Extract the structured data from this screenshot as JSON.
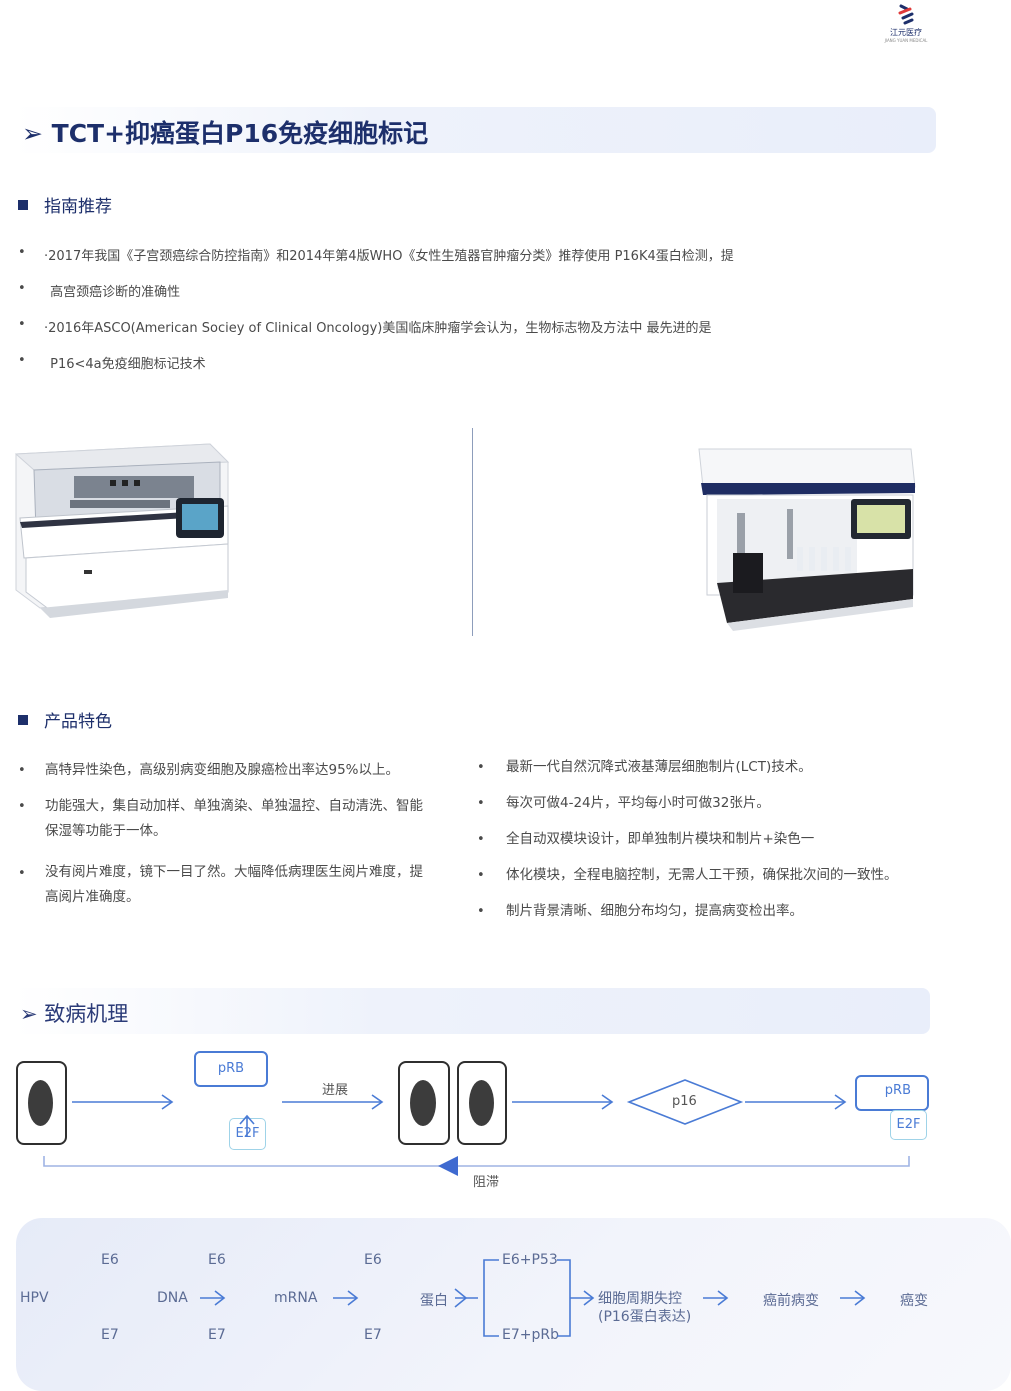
{
  "logo": {
    "name": "江元医疗",
    "subtitle": "JIANG YUAN MEDICAL"
  },
  "section1": {
    "title": "➢ TCT+抑癌蛋白P16免疫细胞标记",
    "guide": {
      "heading": "指南推荐",
      "bullets": [
        "·2017年我国《子宫颈癌综合防控指南》和2014年第4版WHO《女性生殖器官肿瘤分类》推荐使用 P16K4蛋白检测，提",
        " 高宫颈癌诊断的准确性",
        "·2016年ASCO(American Sociey of Clinical Oncology)美国临床肿瘤学会认为，生物标志物及方法中 最先进的是",
        " P16<4a免疫细胞标记技术"
      ]
    },
    "features": {
      "heading": "产品特色",
      "left": [
        "高特异性染色，高级别病变细胞及腺癌检出率达95%以上。",
        "功能强大，集自动加样、单独滴染、单独温控、自动清洗、智能保湿等功能于一体。",
        "没有阅片难度，镜下一目了然。大幅降低病理医生阅片难度，提高阅片准确度。"
      ],
      "right": [
        "最新一代自然沉降式液基薄层细胞制片(LCT)技术。",
        "每次可做4-24片，平均每小时可做32张片。",
        "全自动双模块设计，即单独制片模块和制片+染色一",
        "体化模块，全程电脑控制，无需人工干预，确保批次间的一致性。",
        "制片背景清晰、细胞分布均匀，提高病变检出率。"
      ]
    }
  },
  "section2": {
    "title": "➢ 致病机理",
    "mechanism": {
      "prb1": "pRB",
      "e2f1": "E2F",
      "progress": "进展",
      "p16": "p16",
      "prb2": "pRB",
      "e2f2": "E2F",
      "block": "阻滞"
    },
    "flow": {
      "hpv": "HPV",
      "dna": "DNA",
      "mrna": "mRNA",
      "protein": "蛋白",
      "e6": "E6",
      "e7": "E7",
      "e6p53": "E6+P53",
      "e7prb": "E7+pRb",
      "cycle1": "细胞周期失控",
      "cycle2": "(P16蛋白表达)",
      "precancer": "癌前病变",
      "cancer": "癌变"
    }
  }
}
